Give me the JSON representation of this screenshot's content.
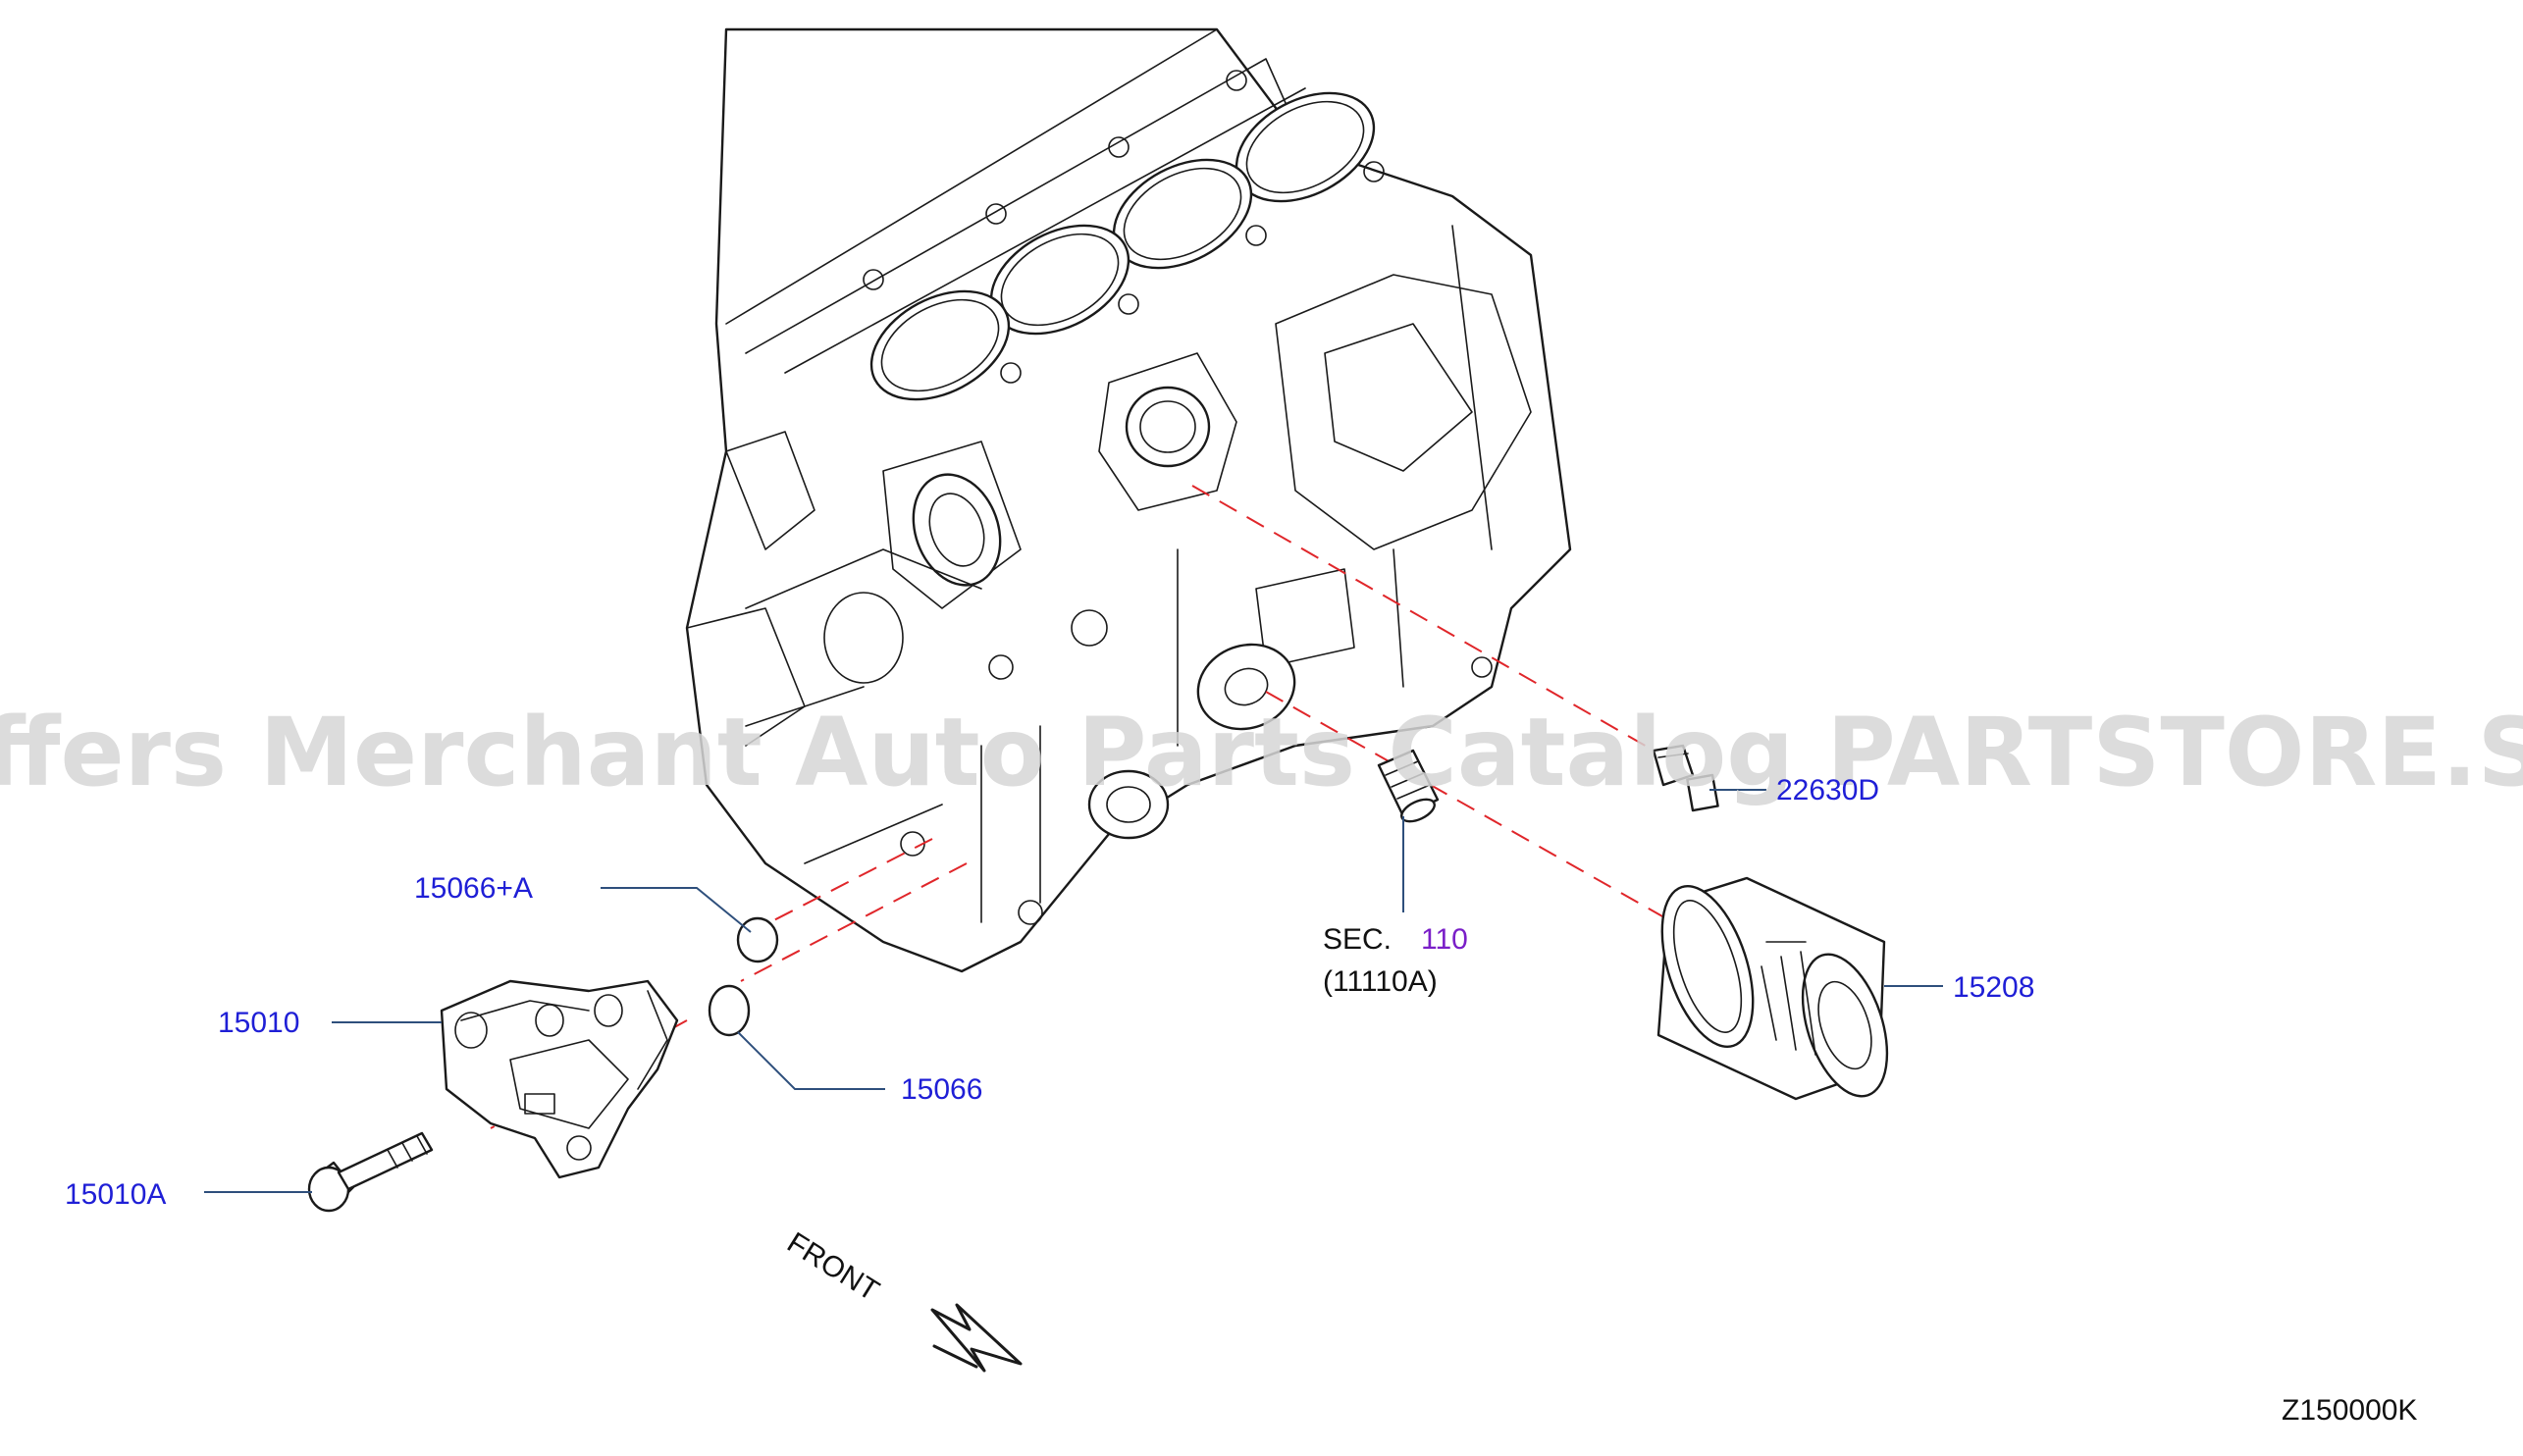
{
  "watermark": "Offers Merchant Auto Parts Catalog PARTSTORE.SA",
  "labels": {
    "p22630D": "22630D",
    "p15066A": "15066+A",
    "p15010": "15010",
    "p15066": "15066",
    "p15010A": "15010A",
    "p15208": "15208",
    "sec_prefix": "SEC.",
    "sec_number": "110",
    "sec_sub": "(11110A)",
    "front": "FRONT",
    "diagram_code": "Z150000K"
  },
  "colors": {
    "part_number": "#1f1fd6",
    "section_ref": "#7a1fc8",
    "leader": "#2e4f7c",
    "dashed_line": "#e0262a",
    "watermark": "#d6d6d6"
  }
}
